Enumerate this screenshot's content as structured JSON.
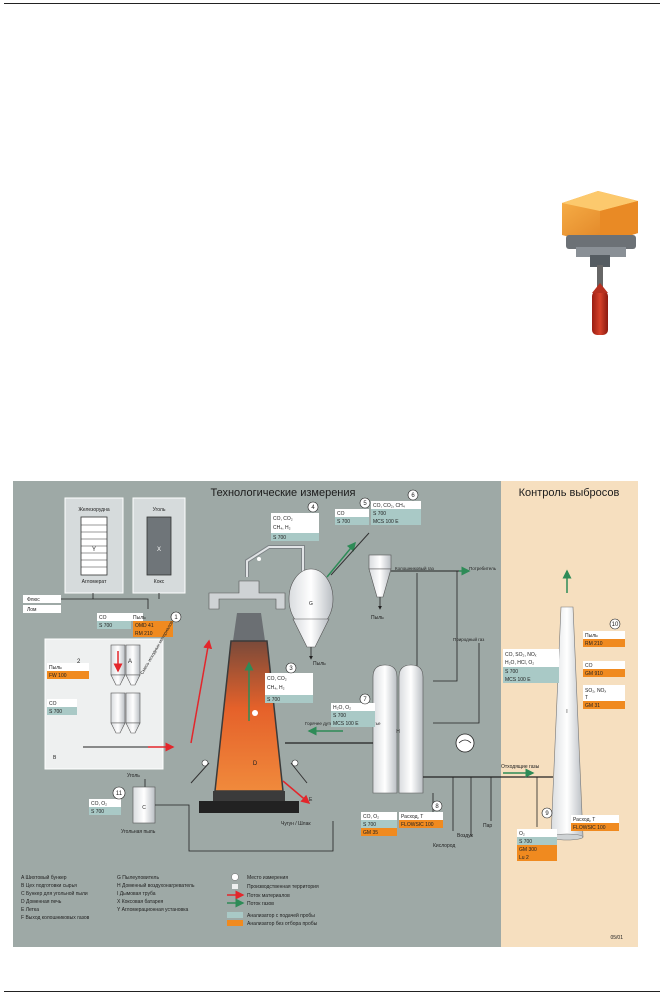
{
  "diagram": {
    "title_process": "Технологические измерения",
    "title_emissions": "Контроль выбросов",
    "code": "05/01",
    "colors": {
      "panel": "#9ea9a6",
      "emission_bg": "#f6dfbf",
      "analyzer_gray": "#a9c9c6",
      "analyzer_orange": "#f08a1f",
      "material_flow": "#e3262b",
      "gas_flow": "#2e8b57"
    },
    "units": {
      "ore": {
        "title": "Железорудна",
        "label": "Агломерат",
        "letter": "Y"
      },
      "coal": {
        "title": "Уголь",
        "label": "Кокс",
        "letter": "X"
      },
      "flux": "Флюс",
      "scrap": "Лом",
      "furnace": "D",
      "dust_catcher": "G",
      "cyclone_label": "Пыль",
      "stoves": "H",
      "stack": "I",
      "coal_bunker": {
        "title": "Уголь",
        "letter": "C",
        "label": "Угольная пыль"
      },
      "bunker_A": "A",
      "bunker_B": "B",
      "exit_E": "E"
    },
    "stream_labels": {
      "charge_mix": "Смесь исходных материалов",
      "top_gas": "Колошниковый газ",
      "consumer": "Потребитель",
      "natural_gas": "Природный газ",
      "hot_blast": "Горячее дутье / Обогащенное дутье",
      "exhaust": "Отходящие газы",
      "pig_iron": "Чугун / Шлак",
      "air": "Воздух",
      "oxygen": "Кислород",
      "steam": "Пар",
      "dust_g": "Пыль",
      "dust_cyclone": "Пыль"
    },
    "points": [
      {
        "n": "1",
        "header": "CO",
        "header2": "Пыль",
        "gray": [
          "S 700"
        ],
        "orange": [
          "OMD 41",
          "RM 210"
        ]
      },
      {
        "n": "2",
        "header": "Пыль",
        "gray": [],
        "orange": [
          "FW 100"
        ]
      },
      {
        "n": "2b",
        "header": "CO",
        "gray": [
          "S 700"
        ],
        "orange": []
      },
      {
        "n": "3",
        "header": "CO, CO₂\nCH₄, H₂",
        "gray": [
          "S 700"
        ],
        "orange": []
      },
      {
        "n": "4",
        "header": "CO, CO₂\nCH₄, H₂",
        "gray": [
          "S 700"
        ],
        "orange": []
      },
      {
        "n": "5",
        "header": "CO",
        "gray": [
          "S 700"
        ],
        "orange": []
      },
      {
        "n": "6",
        "header": "CO, CO₂, CH₄",
        "gray": [
          "S 700",
          "MCS 100 E"
        ],
        "orange": []
      },
      {
        "n": "7",
        "header": "H₂O, O₂",
        "gray": [
          "S 700",
          "MCS 100 E"
        ],
        "orange": []
      },
      {
        "n": "8",
        "header": "CO, O₂",
        "header2": "Расход, T",
        "gray": [
          "S 700"
        ],
        "orange": [
          "GM 35",
          "FLOWSIC 100"
        ]
      },
      {
        "n": "9",
        "header": "O₂",
        "header2": "Расход, T",
        "gray": [
          "S 700"
        ],
        "orange": [
          "GM 300",
          "Lu 2",
          "FLOWSIC 100"
        ]
      },
      {
        "n": "10",
        "header": "Пыль",
        "gray": [],
        "orange": [
          "RM 210"
        ]
      },
      {
        "n": "10b",
        "header": "CO, SO₂, NOₓ\nH₂O, HCl, O₂",
        "gray": [
          "S 700",
          "MCS 100 E"
        ],
        "orange": []
      },
      {
        "n": "10c",
        "header": "CO",
        "gray": [],
        "orange": [
          "GM 910"
        ]
      },
      {
        "n": "10d",
        "header": "SO₂, NOₓ\nT",
        "gray": [],
        "orange": [
          "GM 31"
        ]
      },
      {
        "n": "11",
        "header": "CO, O₂",
        "gray": [
          "S 700"
        ],
        "orange": []
      }
    ],
    "legend_left": [
      "A  Шихтовый бункер",
      "B  Цех подготовки сырья",
      "C  Бункер для угольной пыли",
      "D  Доменная печь",
      "E  Летка",
      "F  Выход колошниковых газов"
    ],
    "legend_mid": [
      "G  Пылеуловитель",
      "H  Доменный воздухонагреватель",
      "I   Дымовая труба",
      "X  Коксовая батарея",
      "Y  Агломерационная установка"
    ],
    "legend_right": [
      "Место измерения",
      "Производственная территория",
      "Поток материалов",
      "Поток газов",
      "Анализатор с подачей пробы",
      "Анализатор без отбора пробы"
    ]
  }
}
